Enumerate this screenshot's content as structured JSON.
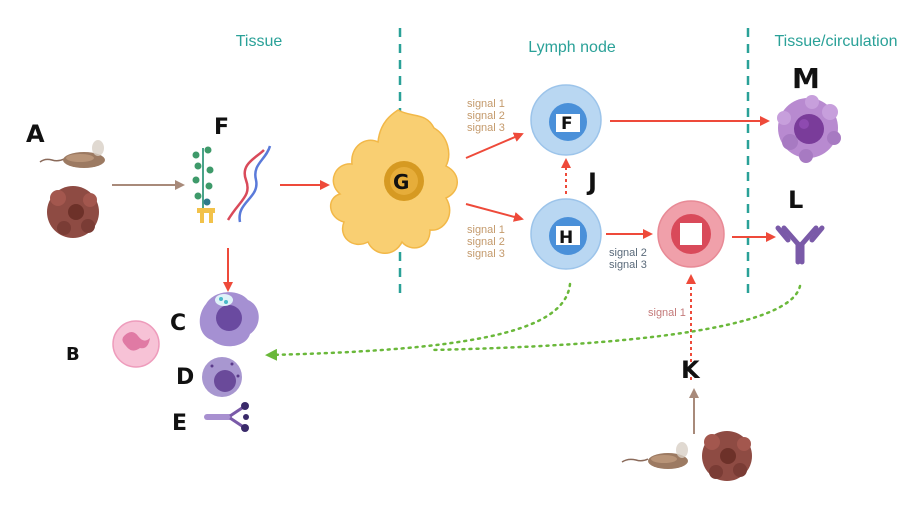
{
  "sections": {
    "tissue": "Tissue",
    "lymph_node": "Lymph node",
    "tissue_circulation": "Tissue/circulation"
  },
  "signals": {
    "top": [
      "signal 1",
      "signal 2",
      "signal 3"
    ],
    "bottom": [
      "signal 1",
      "signal 2",
      "signal 3"
    ],
    "b_cell": [
      "signal 2",
      "signal 3"
    ],
    "k_arrow": "signal 1"
  },
  "letters": {
    "A": "A",
    "B": "B",
    "C": "C",
    "D": "D",
    "E": "E",
    "F": "F",
    "G": "G",
    "F2": "F",
    "H": "H",
    "J": "J",
    "K": "K",
    "L": "L",
    "M": "M"
  },
  "colors": {
    "teal": "#2aa198",
    "signal_text": "#c49a6c",
    "red_arrow": "#ee4a3a",
    "green_dotted": "#6ab83a",
    "brown_arrow": "#a88a7a",
    "dc_body": "#f9cf72",
    "dc_nucleus": "#d69a22",
    "t_cell_outer": "#b9d7f2",
    "t_cell_inner": "#4a90d9",
    "b_cell_outer": "#f0a0aa",
    "b_cell_inner": "#d94a5a",
    "antibody": "#7a5aa8"
  }
}
